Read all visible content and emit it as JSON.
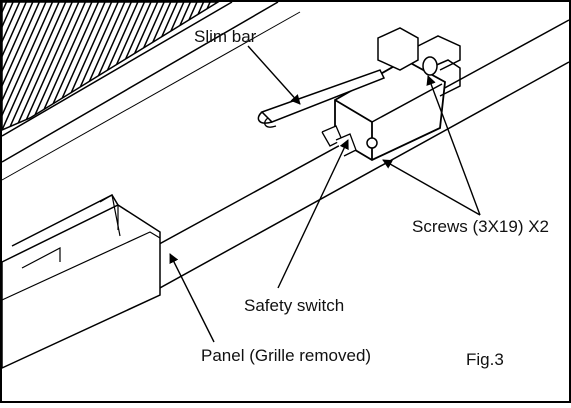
{
  "labels": {
    "slim_bar": "Slim bar",
    "screws": "Screws (3X19) X2",
    "safety_switch": "Safety switch",
    "panel": "Panel (Grille removed)",
    "figure_number": "Fig.3"
  }
}
